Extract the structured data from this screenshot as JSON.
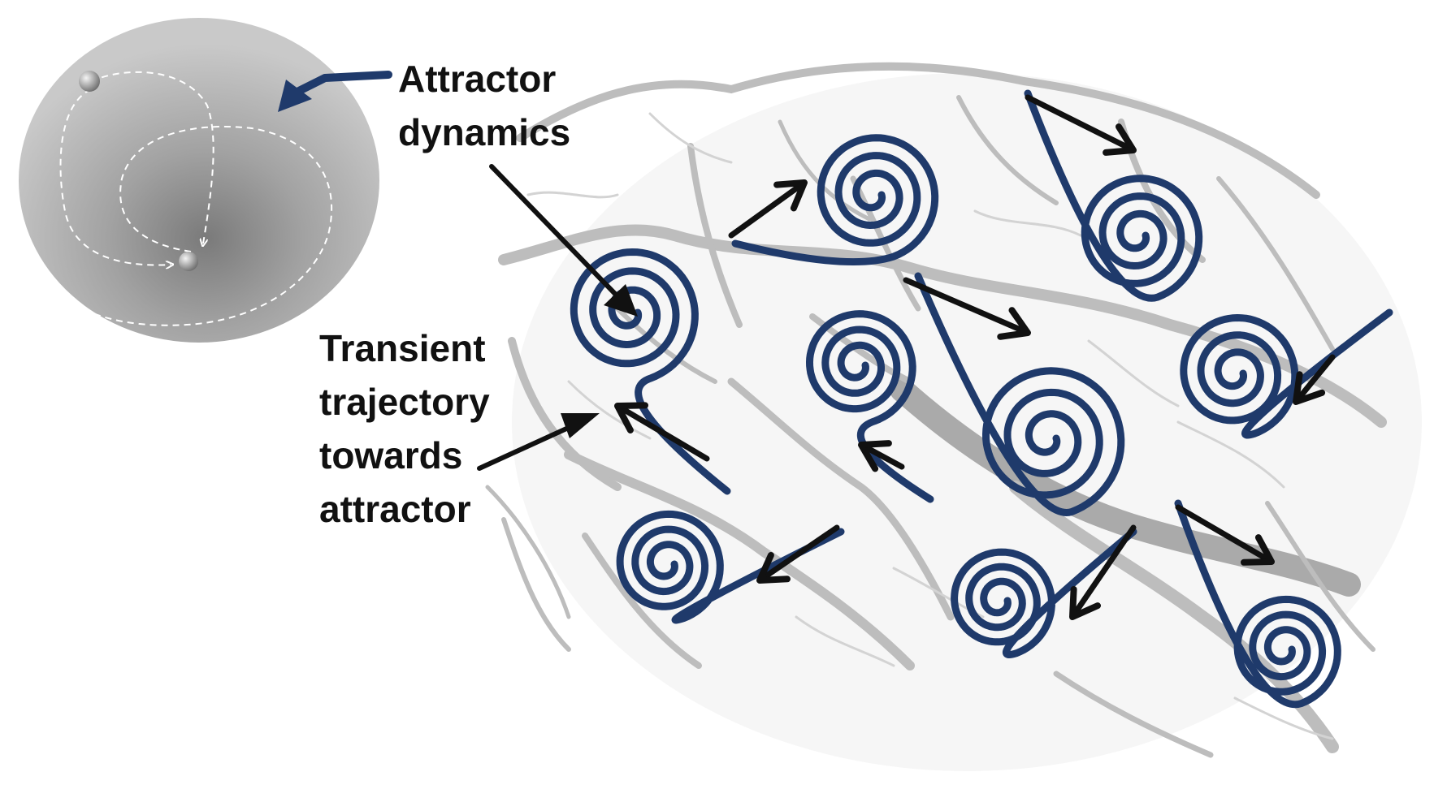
{
  "labels": {
    "attractor_line1": "Attractor",
    "attractor_line2": "dynamics",
    "transient_line1": "Transient",
    "transient_line2": "trajectory",
    "transient_line3": "towards",
    "transient_line4": "attractor"
  },
  "colors": {
    "spiral": "#1f3a6b",
    "callout_arrow": "#1f3a6b",
    "pointer_arrow": "#111111",
    "flow_arrow": "#111111",
    "vessel": "#b8b8b8",
    "basin": "#9a9a9a"
  }
}
